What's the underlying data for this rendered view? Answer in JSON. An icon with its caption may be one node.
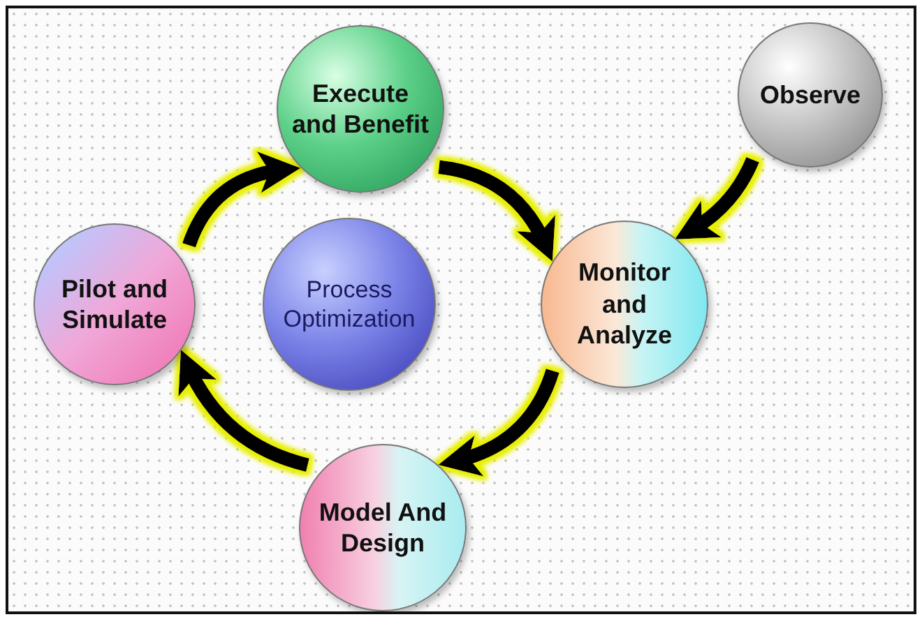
{
  "diagram": {
    "nodes": [
      {
        "text": [
          "Execute and Benefit"
        ]
      },
      {
        "text": [
          "Observe"
        ]
      },
      {
        "text": [
          "Pilot and Simulate"
        ]
      },
      {
        "text": [
          "Process Optimization"
        ]
      },
      {
        "text": [
          "Monitor and Analyze"
        ]
      },
      {
        "text": [
          "Model And Design"
        ]
      }
    ],
    "edges": [
      {
        "from": 2,
        "to": 0,
        "arrow": "to"
      },
      {
        "from": 0,
        "to": 4,
        "arrow": "to"
      },
      {
        "from": 1,
        "to": 4,
        "arrow": "to"
      },
      {
        "from": 4,
        "to": 5,
        "arrow": "to"
      },
      {
        "from": 5,
        "to": 2,
        "arrow": "to"
      }
    ]
  }
}
